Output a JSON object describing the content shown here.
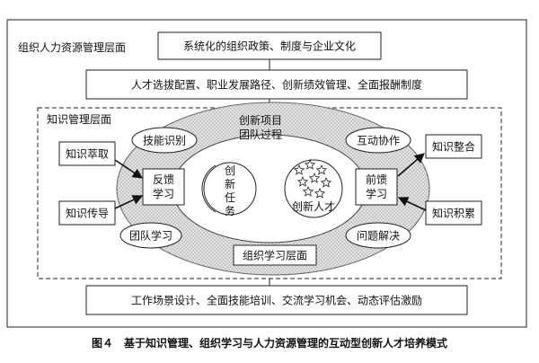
{
  "hr": {
    "label": "组织人力资源管理层面",
    "box_top": "系统化的组织政策、制度与企业文化",
    "box_mid": "人才选拔配置、职业发展路径、创新绩效管理、全面报酬制度",
    "box_bottom": "工作场景设计、全面技能培训、交流学习机会、动态评估激励"
  },
  "km": {
    "label": "知识管理层面",
    "extract": "知识萃取",
    "transfer": "知识传导",
    "integrate": "知识整合",
    "accumulate": "知识积累"
  },
  "center": {
    "project_line1": "创新项目",
    "project_line2": "团队过程",
    "skill": "技能识别",
    "collab": "互动协作",
    "team_learning": "团队学习",
    "problem": "问题解决",
    "feedback_line1": "反馈",
    "feedback_line2": "学习",
    "feedforward_line1": "前馈",
    "feedforward_line2": "学习",
    "task_line1": "创",
    "task_line2": "新",
    "task_line3": "任",
    "task_line4": "务",
    "talent": "创新人才",
    "org_learning": "组织学习层面"
  },
  "caption": "图４　基于知识管理、组织学习与人力资源管理的互动型创新人才培养模式"
}
